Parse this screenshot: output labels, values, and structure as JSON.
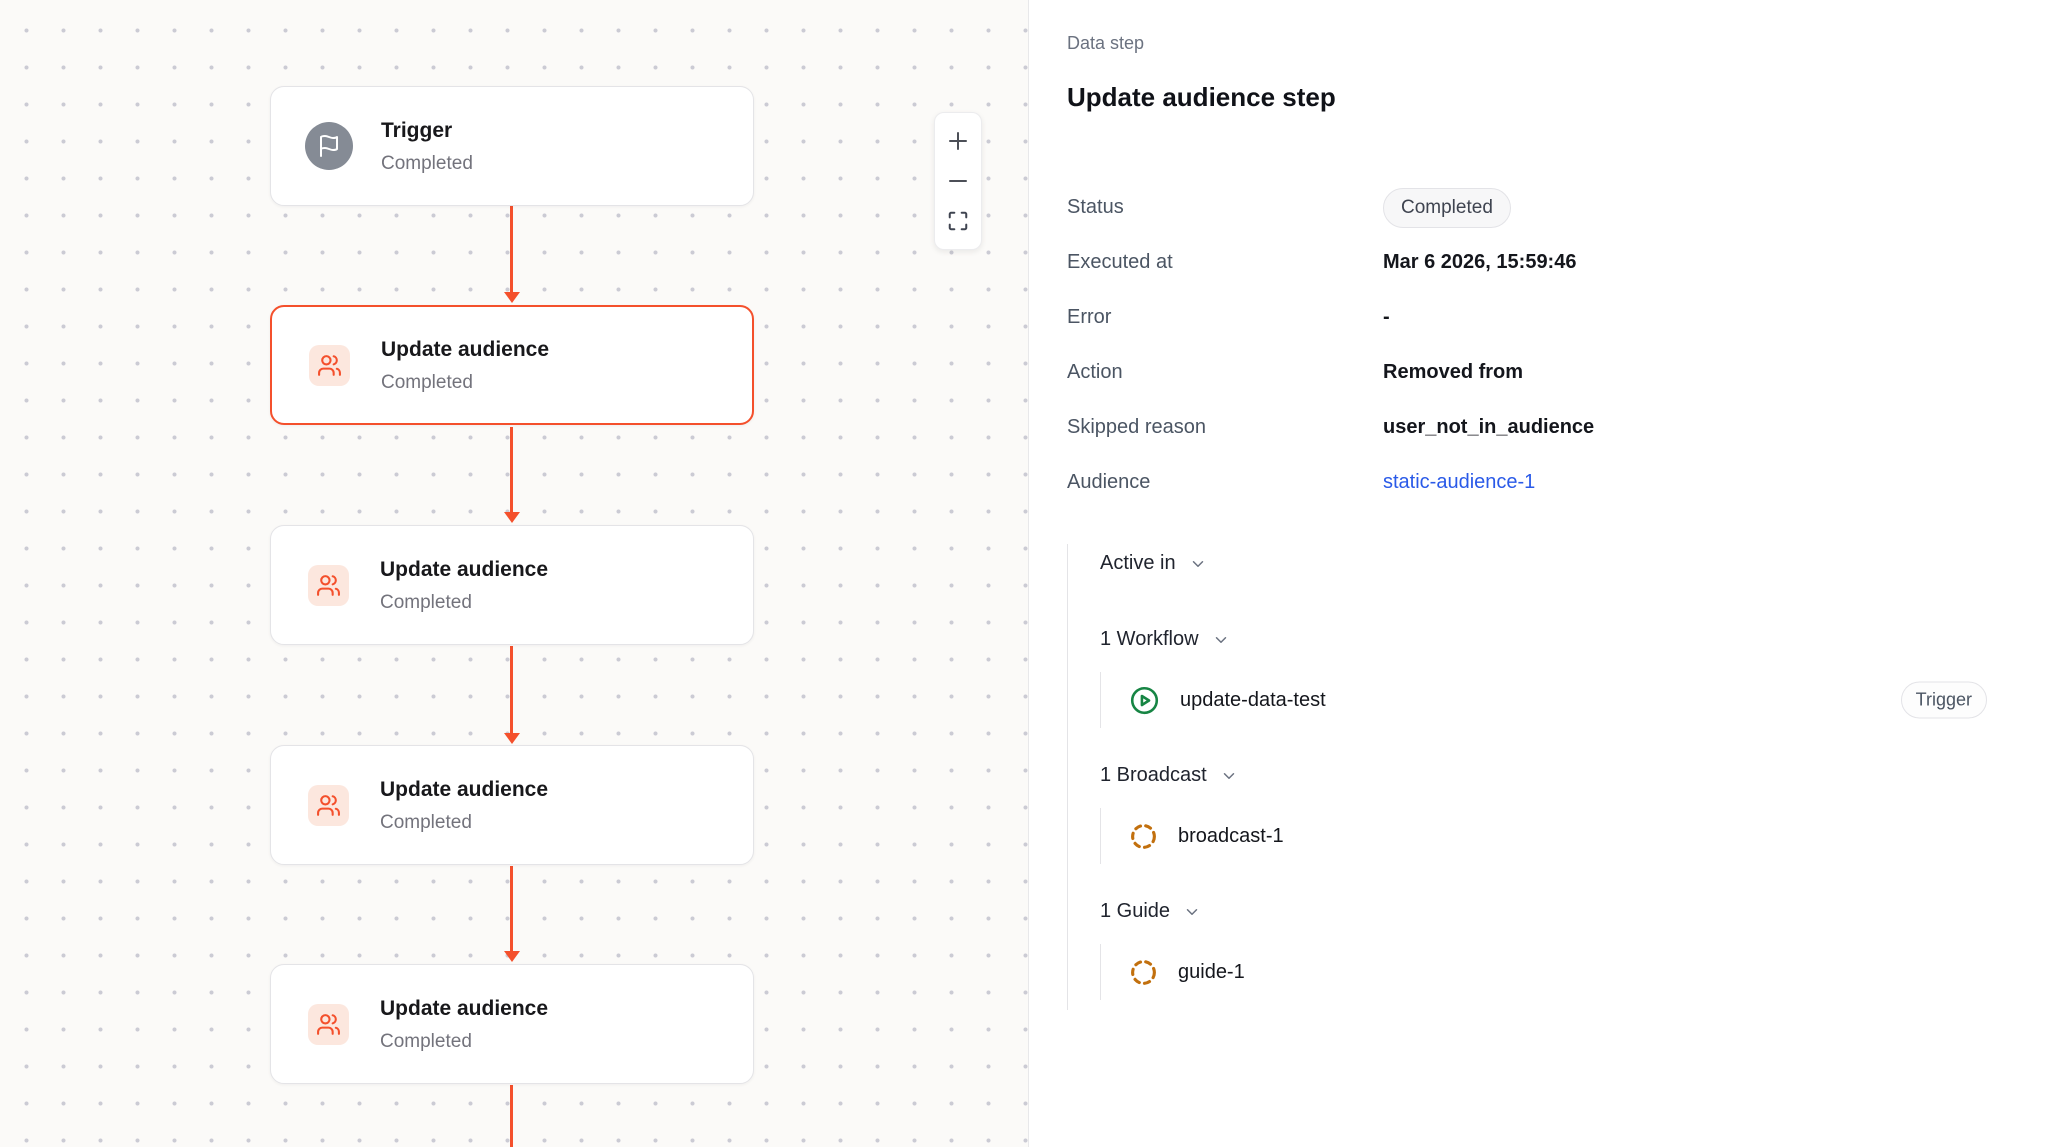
{
  "canvas": {
    "nodes": [
      {
        "title": "Trigger",
        "status": "Completed",
        "icon": "flag-icon"
      },
      {
        "title": "Update audience",
        "status": "Completed",
        "icon": "users-icon",
        "selected": true
      },
      {
        "title": "Update audience",
        "status": "Completed",
        "icon": "users-icon"
      },
      {
        "title": "Update audience",
        "status": "Completed",
        "icon": "users-icon"
      },
      {
        "title": "Update audience",
        "status": "Completed",
        "icon": "users-icon"
      }
    ],
    "zoom_controls": {
      "icons": [
        "plus-icon",
        "minus-icon",
        "fit-screen-icon"
      ]
    }
  },
  "panel": {
    "eyebrow": "Data step",
    "title": "Update audience step",
    "fields": [
      {
        "label": "Status",
        "value": "Completed"
      },
      {
        "label": "Executed at",
        "value": "Mar 6 2026, 15:59:46"
      },
      {
        "label": "Error",
        "value": "-"
      },
      {
        "label": "Action",
        "value": "Removed from"
      },
      {
        "label": "Skipped reason",
        "value": "user_not_in_audience"
      },
      {
        "label": "Audience",
        "value": "static-audience-1"
      }
    ],
    "active_in": {
      "label": "Active in",
      "groups": [
        {
          "label": "1 Workflow",
          "items": [
            {
              "name": "update-data-test",
              "icon": "play-circle-icon",
              "badge": "Trigger"
            }
          ]
        },
        {
          "label": "1 Broadcast",
          "items": [
            {
              "name": "broadcast-1",
              "icon": "dashed-circle-icon"
            }
          ]
        },
        {
          "label": "1 Guide",
          "items": [
            {
              "name": "guide-1",
              "icon": "dashed-circle-icon"
            }
          ]
        }
      ]
    }
  },
  "colors": {
    "accent_orange": "#F4502C",
    "link_blue": "#2A5AE8",
    "workflow_green": "#178544",
    "dashed_amber": "#C2700E",
    "canvas_bg": "#FBFAF8"
  }
}
